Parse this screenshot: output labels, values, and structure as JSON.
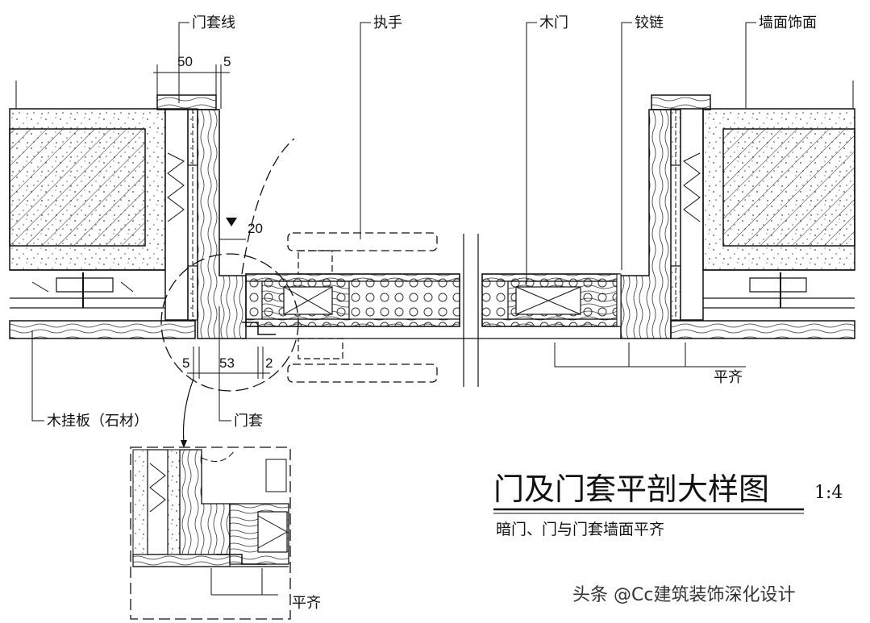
{
  "labels": {
    "door_casing_line": "门套线",
    "handle": "执手",
    "wood_door": "木门",
    "hinge": "铰链",
    "wall_finish": "墙面饰面",
    "wood_panel": "木挂板（石材）",
    "door_casing": "门套",
    "flush_right": "平齐",
    "flush_detail": "平齐"
  },
  "dimensions": {
    "d50": "50",
    "d5_top": "5",
    "d20": "20",
    "d5_bottom": "5",
    "d53": "53",
    "d2": "2"
  },
  "title": {
    "main": "门及门套平剖大样图",
    "scale": "1:4",
    "subtitle": "暗门、门与门套墙面平齐"
  },
  "watermark": "头条 @Cc建筑装饰深化设计"
}
